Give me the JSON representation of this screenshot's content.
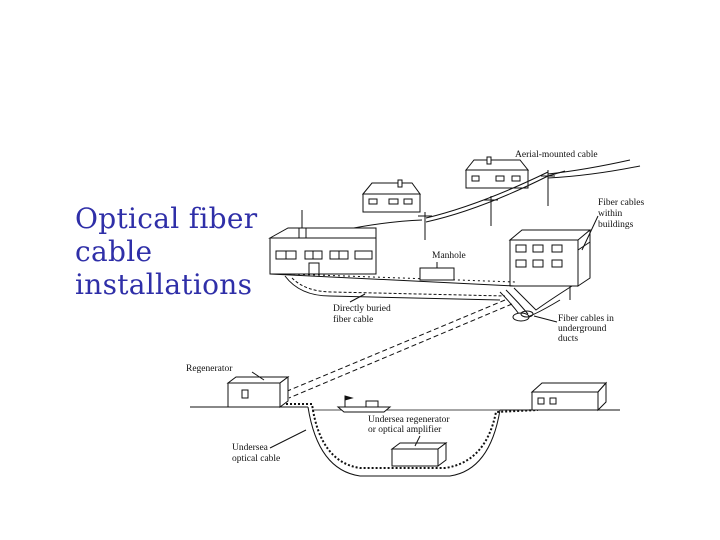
{
  "slide": {
    "title_lines": [
      "Optical fiber",
      "cable",
      "installations"
    ],
    "title_color": "#2f2fa8"
  },
  "diagram": {
    "labels": {
      "aerial": "Aerial-mounted cable",
      "fiber_buildings": [
        "Fiber cables",
        "within",
        "buildings"
      ],
      "manhole": "Manhole",
      "buried": [
        "Directly buried",
        "fiber cable"
      ],
      "ducts": [
        "Fiber cables in",
        "underground",
        "ducts"
      ],
      "regenerator": "Regenerator",
      "undersea_regen": [
        "Undersea regenerator",
        "or optical amplifier"
      ],
      "undersea_cable": [
        "Undersea",
        "optical cable"
      ]
    }
  }
}
